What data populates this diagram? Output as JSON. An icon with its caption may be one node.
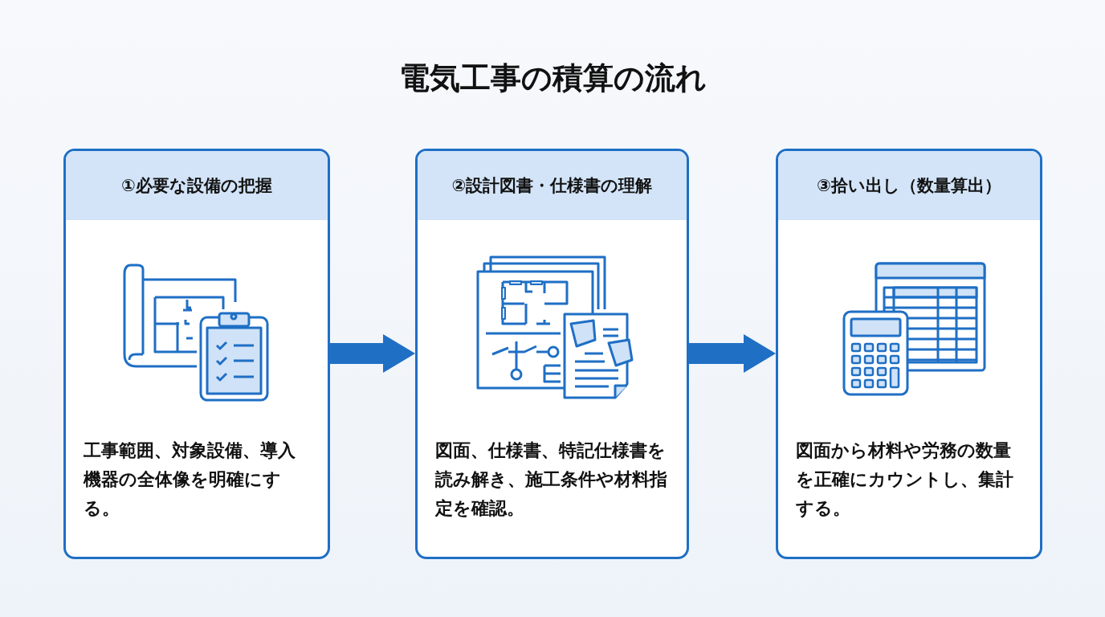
{
  "diagram": {
    "title": "電気工事の積算の流れ",
    "nodes": [
      {
        "text": [
          "①必要な設備の把握",
          "工事範囲、対象設備、導入機器の全体像を明確にする。"
        ]
      },
      {
        "text": [
          "②設計図書・仕様書の理解",
          "図面、仕様書、特記仕様書を読み解き、施工条件や材料指定を確認。"
        ]
      },
      {
        "text": [
          "③拾い出し（数量算出）",
          "図面から材料や労務の数量を正確にカウントし、集計する。"
        ]
      }
    ],
    "edges": [
      {
        "from": 0,
        "to": 1,
        "arrow": "to"
      },
      {
        "from": 1,
        "to": 2,
        "arrow": "to"
      }
    ]
  }
}
